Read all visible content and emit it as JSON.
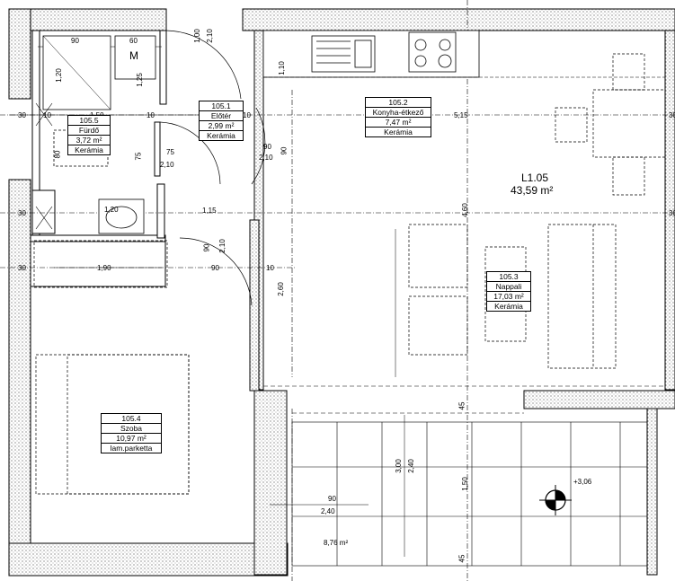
{
  "unit": {
    "code": "L1.05",
    "area": "43,59 m²"
  },
  "rooms": [
    {
      "id": "105.1",
      "name": "Előtér",
      "area": "2,99 m²",
      "floor": "Kerámia"
    },
    {
      "id": "105.2",
      "name": "Konyha-étkező",
      "area": "7,47 m²",
      "floor": "Kerámia"
    },
    {
      "id": "105.3",
      "name": "Nappali",
      "area": "17,03 m²",
      "floor": "Kerámia"
    },
    {
      "id": "105.4",
      "name": "Szoba",
      "area": "10,97 m²",
      "floor": "lam.parketta"
    },
    {
      "id": "105.5",
      "name": "Fürdő",
      "area": "3,72 m²",
      "floor": "Kerámia"
    }
  ],
  "balcony": {
    "area": "8,76 m²",
    "level": "+3,06"
  },
  "marks": {
    "meter": "M"
  },
  "dims": {
    "d90": "90",
    "d60": "60",
    "d100": "1,00",
    "d210": "2,10",
    "d120": "1,20",
    "d125": "1,25",
    "d30": "30",
    "d10": "10",
    "d150": "1,50",
    "d515": "5,15",
    "d110": "1,10",
    "d75": "75",
    "d115": "1,15",
    "d190": "1,90",
    "d260": "2,60",
    "d460": "4,60",
    "d300": "3,00",
    "d240": "2,40",
    "d45": "45",
    "d80": "80"
  }
}
